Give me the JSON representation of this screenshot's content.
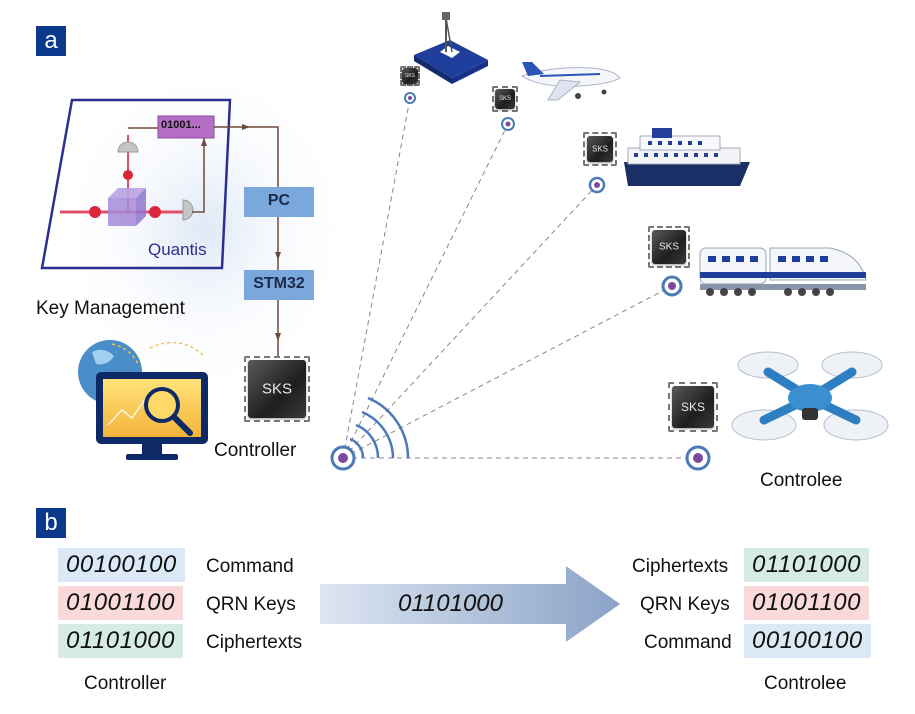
{
  "panel_a": {
    "tag": "a",
    "key_management_label": "Key Management",
    "quantis_label": "Quantis",
    "random_bits": "01001...",
    "pc_label": "PC",
    "stm32_label": "STM32",
    "controller_label": "Controller",
    "controlee_label": "Controlee",
    "sks_label": "SKS",
    "colors": {
      "tag_bg": "#0b3a8c",
      "box_blue": "#7aa7dc",
      "quantis_frame": "#2c2f8f",
      "bits_box": "#b46fc4",
      "node": "#7b4aa0",
      "arc": "#4a7ab8"
    }
  },
  "panel_b": {
    "tag": "b",
    "controller": {
      "label": "Controller",
      "rows": [
        {
          "bits": "00100100",
          "name": "Command",
          "color": "#dbe9f7"
        },
        {
          "bits": "01001100",
          "name": "QRN Keys",
          "color": "#f9d9d9"
        },
        {
          "bits": "01101000",
          "name": "Ciphertexts",
          "color": "#d6ece3"
        }
      ]
    },
    "arrow_bits": "01101000",
    "controlee": {
      "label": "Controlee",
      "rows": [
        {
          "bits": "01101000",
          "name": "Ciphertexts",
          "color": "#d6ece3"
        },
        {
          "bits": "01001100",
          "name": "QRN Keys",
          "color": "#f9d9d9"
        },
        {
          "bits": "00100100",
          "name": "Command",
          "color": "#dbe9f7"
        }
      ]
    }
  }
}
